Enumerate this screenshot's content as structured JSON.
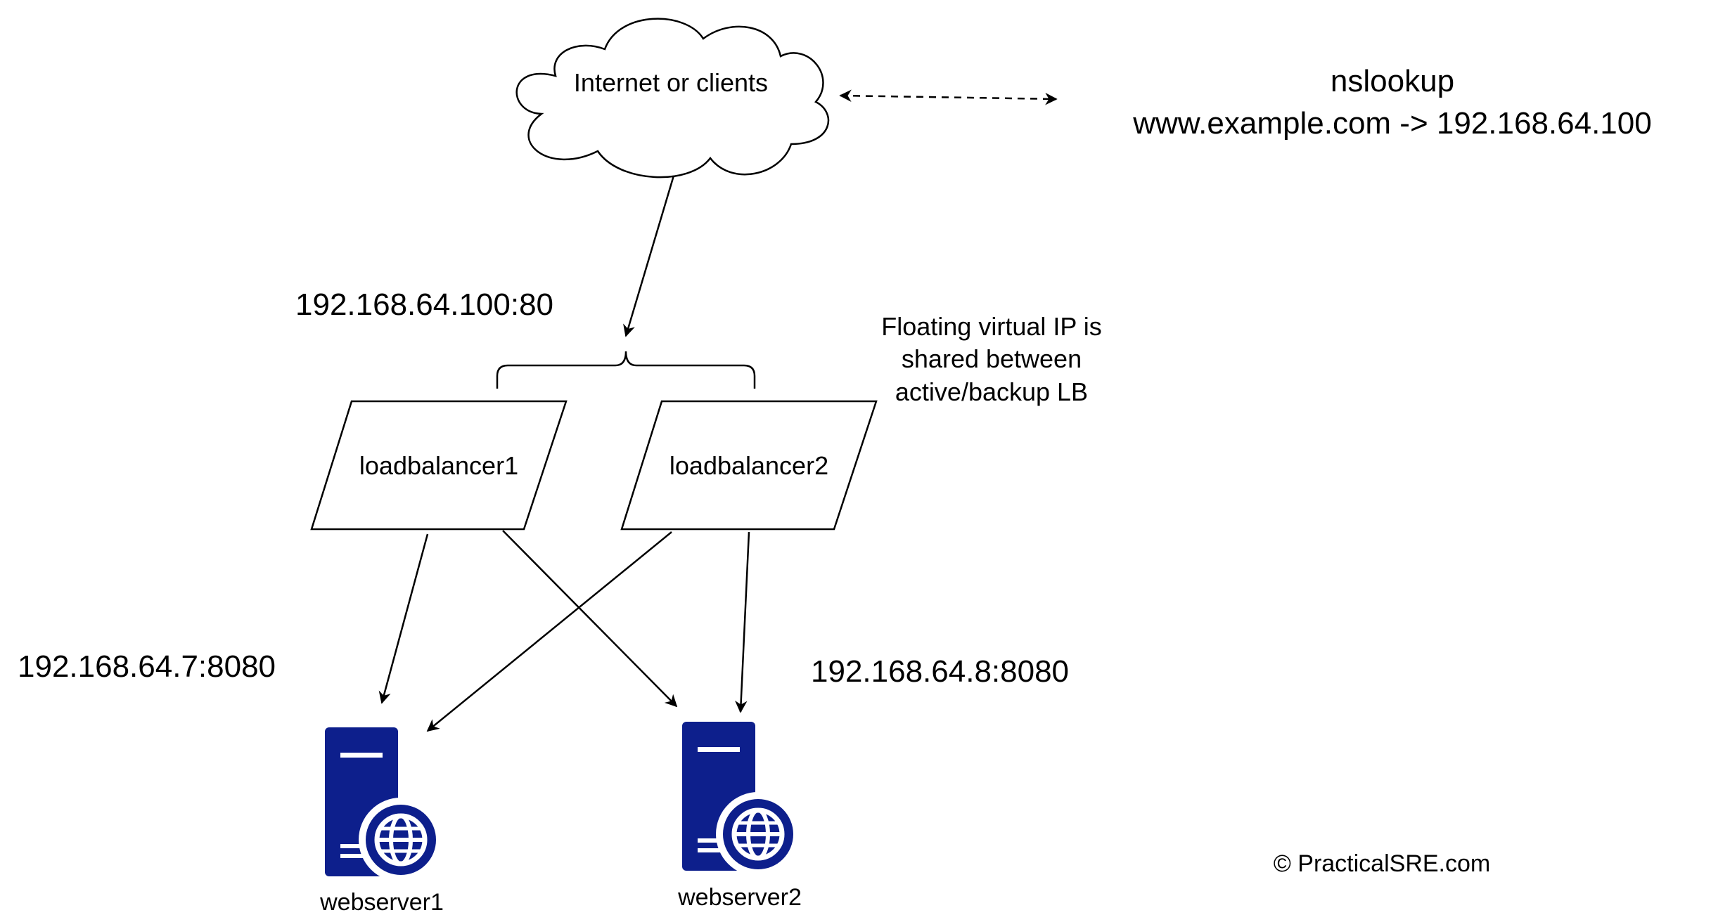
{
  "cloud": {
    "label": "Internet or clients"
  },
  "dns": {
    "line1": "nslookup",
    "line2": "www.example.com -> 192.168.64.100"
  },
  "vip": {
    "address": "192.168.64.100:80"
  },
  "note": {
    "line1": "Floating virtual IP is",
    "line2": "shared between",
    "line3": "active/backup LB"
  },
  "loadbalancers": [
    {
      "label": "loadbalancer1"
    },
    {
      "label": "loadbalancer2"
    }
  ],
  "webservers": [
    {
      "label": "webserver1",
      "address": "192.168.64.7:8080"
    },
    {
      "label": "webserver2",
      "address": "192.168.64.8:8080"
    }
  ],
  "copyright": "© PracticalSRE.com",
  "colors": {
    "server": "#0d1f8c",
    "line": "#000000"
  }
}
